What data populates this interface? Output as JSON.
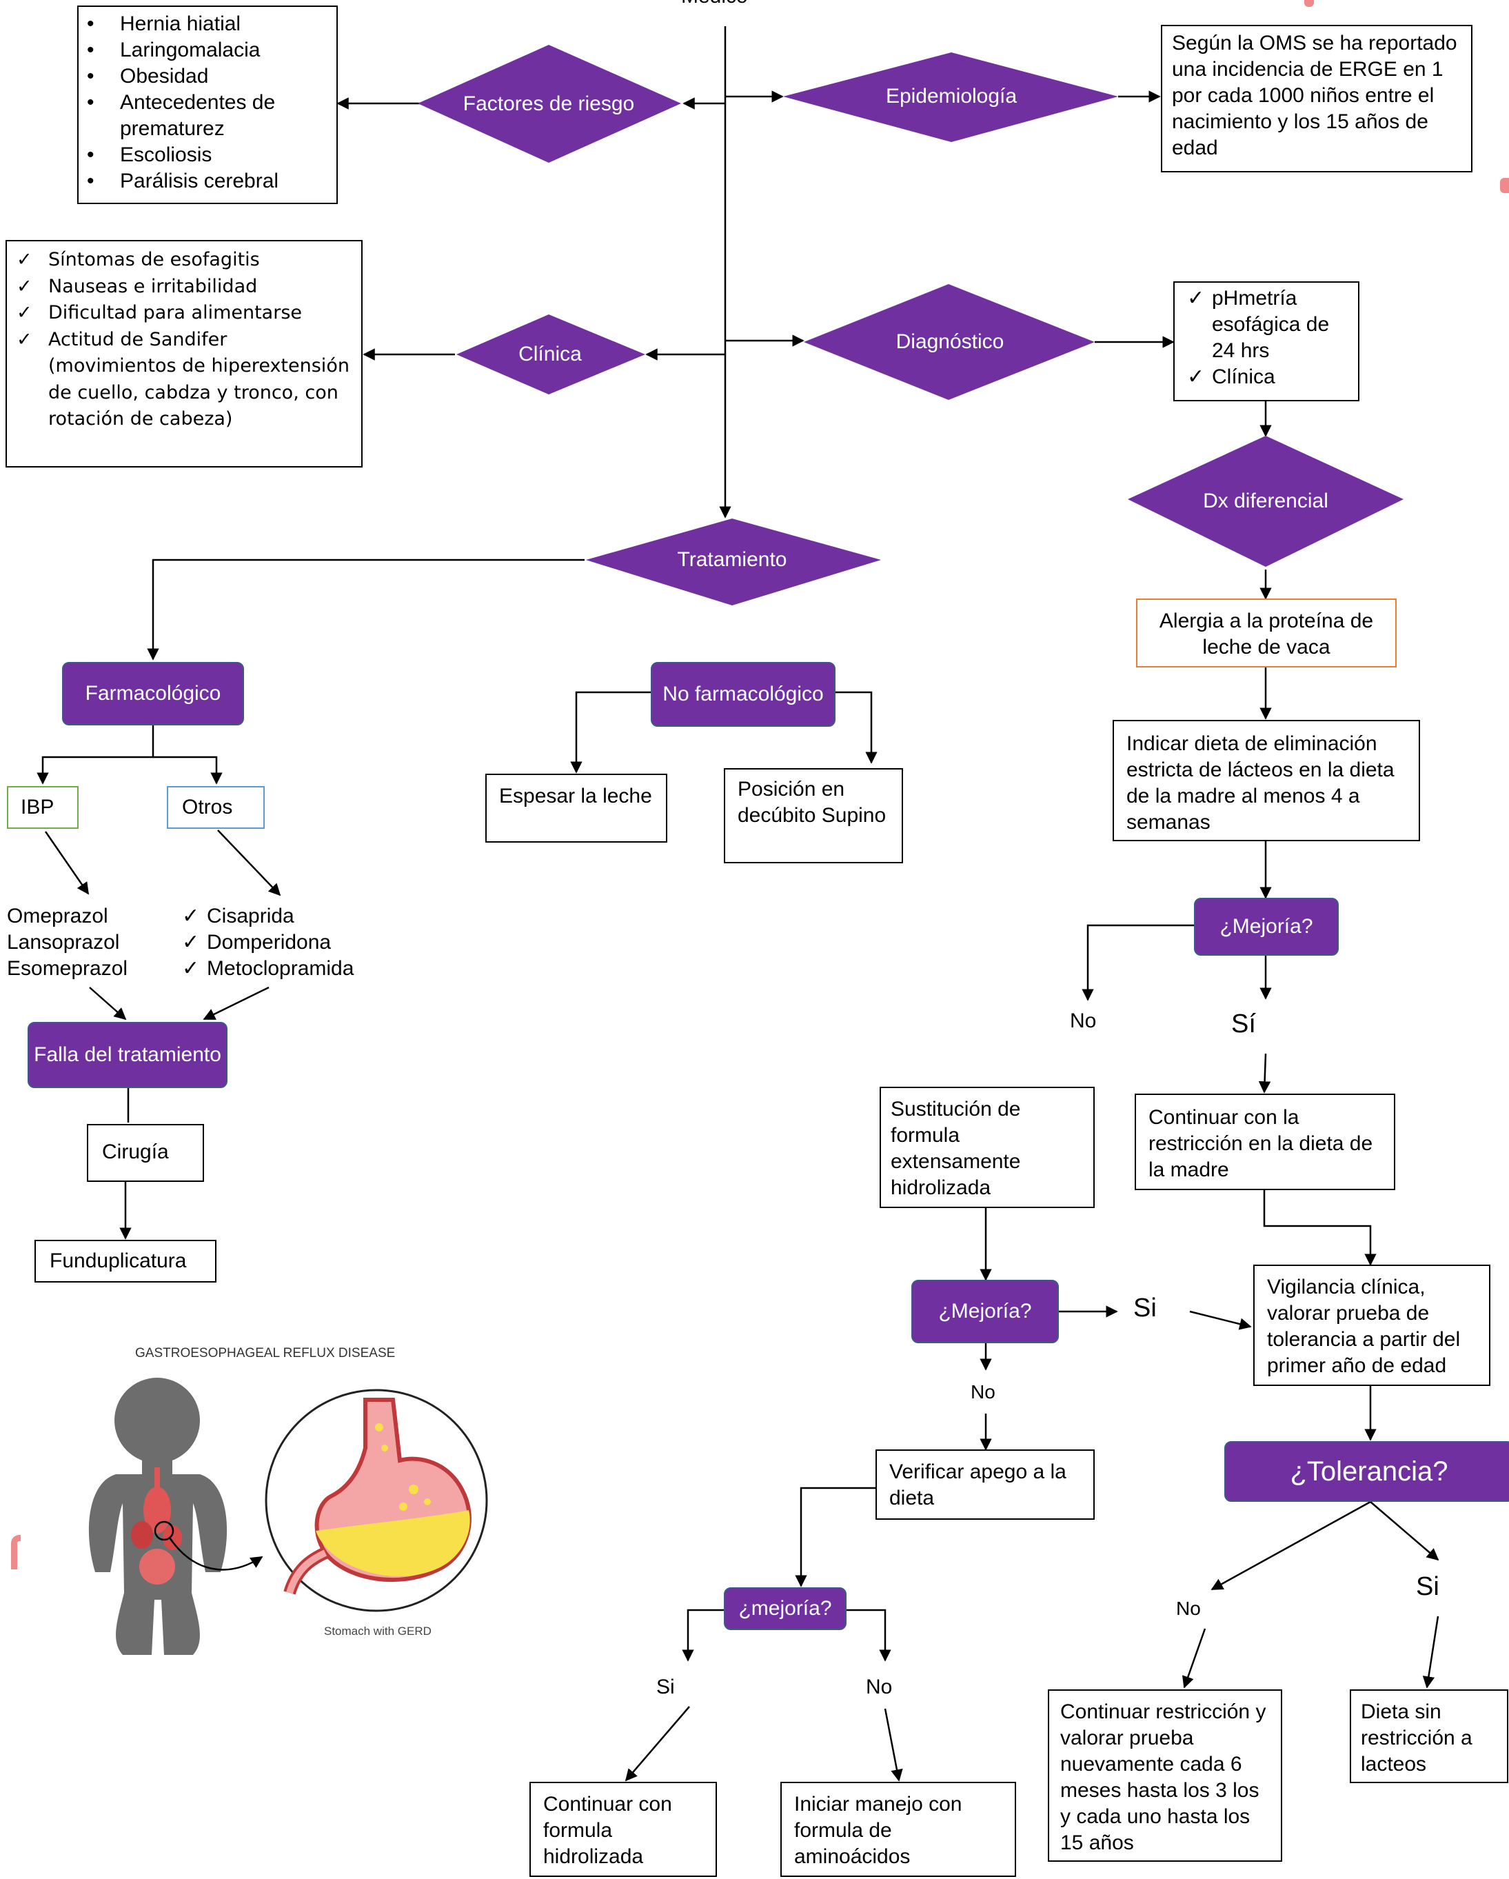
{
  "top_label": "Médico",
  "factores": {
    "label": "Factores de riesgo",
    "items": [
      "Hernia hiatial",
      "Laringomalacia",
      "Obesidad",
      "Antecedentes de prematurez",
      "Escoliosis",
      "Parálisis cerebral"
    ]
  },
  "epidemiologia": {
    "label": "Epidemiología",
    "text": "Según la OMS se ha reportado una incidencia de ERGE en 1 por cada 1000 niños entre el nacimiento y los 15 años de edad"
  },
  "clinica": {
    "label": "Clínica",
    "items": [
      "Síntomas de esofagitis",
      "Nauseas e irritabilidad",
      "Dificultad para alimentarse",
      "Actitud de Sandifer (movimientos de hiperextensión de cuello, cabdza y tronco, con rotación de cabeza)"
    ]
  },
  "diagnostico": {
    "label": "Diagnóstico",
    "items": [
      "pHmetría esofágica de 24 hrs",
      "Clínica"
    ]
  },
  "dx_diferencial": {
    "label": "Dx diferencial",
    "alergia": "Alergia a la proteína de leche de vaca",
    "dieta": "Indicar dieta de eliminación estricta de lácteos en la dieta de la madre al menos 4 a semanas",
    "mejoria_1": "¿Mejoría?",
    "no_1": "No",
    "si_1": "Sí",
    "continuar_restriccion": "Continuar con la restricción en la dieta de la madre",
    "sustitucion": "Sustitución de formula extensamente hidrolizada",
    "mejoria_2": "¿Mejoría?",
    "si_2": "Si",
    "no_2": "No",
    "vigilancia": "Vigilancia clínica, valorar prueba de tolerancia a partir del primer año de edad",
    "verificar": "Verificar apego a la dieta",
    "tolerancia": "¿Tolerancia?",
    "no_3": "No",
    "si_3": "Si",
    "continuar_prueba": "Continuar restricción y valorar prueba nuevamente cada 6 meses hasta los 3 los y cada uno hasta los 15 años",
    "dieta_sin": "Dieta sin restricción a lacteos",
    "mejoria_3": "¿mejoría?",
    "si_4": "Si",
    "no_4": "No",
    "continuar_formula": "Continuar con formula hidrolizada",
    "iniciar": "Iniciar manejo con formula de aminoácidos"
  },
  "tratamiento": {
    "label": "Tratamiento",
    "farmacologico": "Farmacológico",
    "ibp": "IBP",
    "otros": "Otros",
    "ibp_items": [
      "Omeprazol",
      "Lansoprazol",
      "Esomeprazol"
    ],
    "otros_items": [
      "Cisaprida",
      "Domperidona",
      "Metoclopramida"
    ],
    "falla": "Falla del tratamiento",
    "cirugia": "Cirugía",
    "funduplicatura": "Funduplicatura",
    "no_farmacologico": "No farmacológico",
    "espesar": "Espesar la leche",
    "posicion": "Posición en decúbito Supino"
  },
  "illustration": {
    "title": "GASTROESOPHAGEAL REFLUX DISEASE",
    "caption": "Stomach with GERD"
  },
  "colors": {
    "diamond": "#7030a0",
    "pill_border": "#3b5a8a",
    "alergia_border": "#ed7d31",
    "ibp_border": "#70ad47",
    "otros_border": "#5b9bd5",
    "stomach_pink": "#f4a6a6",
    "stomach_yellow": "#f7e04a"
  }
}
